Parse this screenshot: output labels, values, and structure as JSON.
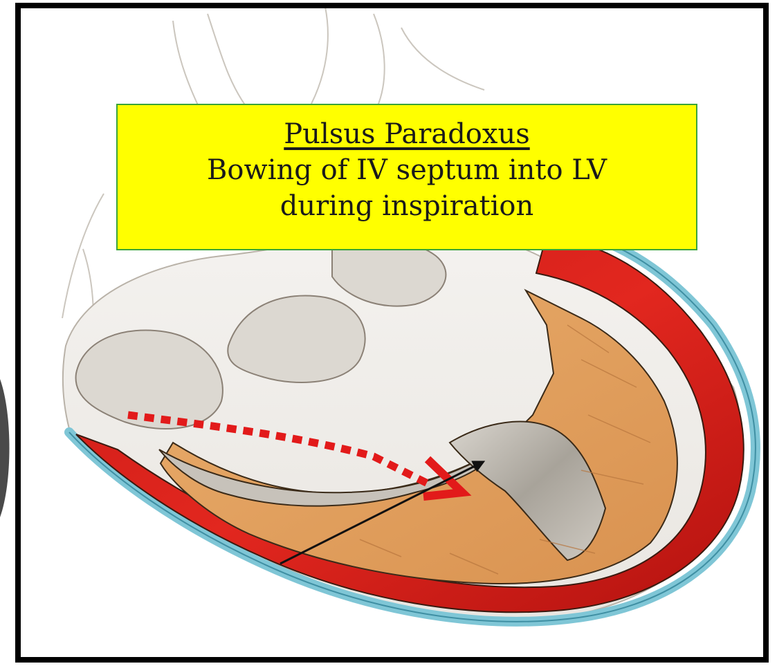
{
  "caption": {
    "title": "Pulsus Paradoxus",
    "line1": "Bowing of IV septum into LV",
    "line2": "during inspiration",
    "background": "#ffff00",
    "border": "#3aa43a"
  },
  "illustration": {
    "subject": "heart-cross-section",
    "colors": {
      "pericardium": "#7fc6d6",
      "myocardium_outer": "#e0231f",
      "myocardium_inner": "#e0a060",
      "cavity": "#a9a49c",
      "dashed_arrow": "#e21a1a",
      "pointer_arrow": "#111111"
    }
  }
}
